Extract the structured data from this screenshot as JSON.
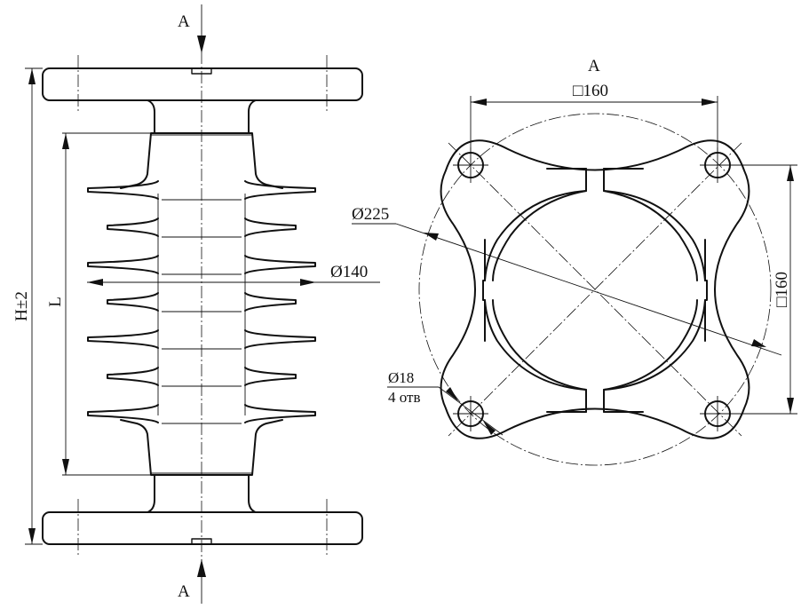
{
  "side_view": {
    "section_top": "A",
    "section_bottom": "A",
    "height_label": "H±2",
    "length_label": "L",
    "shed_diameter_label": "Ø140"
  },
  "plan_view": {
    "title": "A",
    "width_label": "□160",
    "height_label": "□160",
    "circle_diameter_label": "Ø225",
    "hole_diameter_label": "Ø18",
    "hole_count_label": "4 отв"
  }
}
